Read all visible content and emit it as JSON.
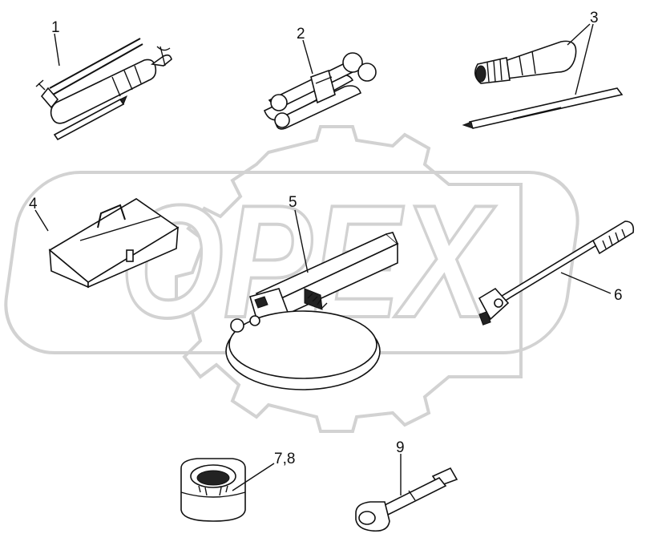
{
  "watermark": {
    "text": "OPEX"
  },
  "parts": [
    {
      "id": "part-1",
      "callout": "1",
      "name": "grease-gun"
    },
    {
      "id": "part-2",
      "callout": "2",
      "name": "wrench-set"
    },
    {
      "id": "part-3",
      "callout": "3",
      "name": "screwdriver-and-blade"
    },
    {
      "id": "part-4",
      "callout": "4",
      "name": "toolbox"
    },
    {
      "id": "part-5",
      "callout": "5",
      "name": "filter-strap-wrench"
    },
    {
      "id": "part-6",
      "callout": "6",
      "name": "gauge-rod"
    },
    {
      "id": "part-78",
      "callout": "7,8",
      "name": "spline-socket"
    },
    {
      "id": "part-9",
      "callout": "9",
      "name": "extension-bar"
    }
  ]
}
